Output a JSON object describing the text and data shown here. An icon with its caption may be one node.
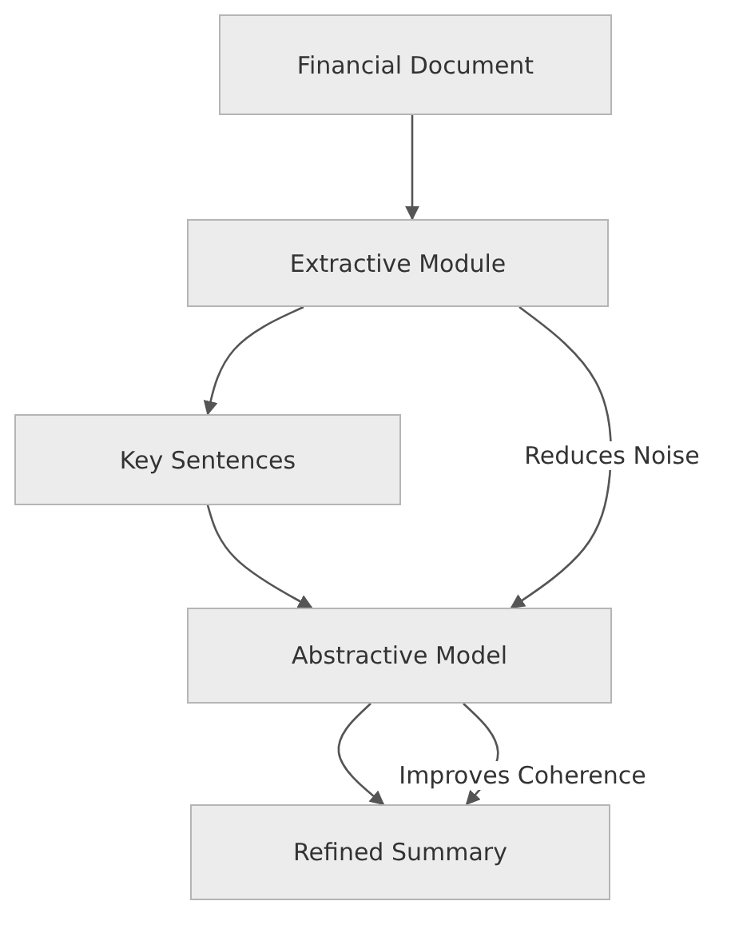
{
  "diagram": {
    "nodes": [
      {
        "text": [
          "Financial Document"
        ]
      },
      {
        "text": [
          "Extractive Module"
        ]
      },
      {
        "text": [
          "Key Sentences"
        ]
      },
      {
        "text": [
          "Abstractive Model"
        ]
      },
      {
        "text": [
          "Refined Summary"
        ]
      }
    ],
    "edges": [
      {
        "from": 0,
        "to": 1,
        "arrow": "to"
      },
      {
        "from": 1,
        "to": 2,
        "arrow": "to"
      },
      {
        "from": 1,
        "to": 3,
        "arrow": "to",
        "label": "Reduces Noise"
      },
      {
        "from": 2,
        "to": 3,
        "arrow": "to"
      },
      {
        "from": 3,
        "to": 4,
        "arrow": "to"
      },
      {
        "from": 3,
        "to": 4,
        "arrow": "to",
        "label": "Improves Coherence"
      }
    ]
  }
}
